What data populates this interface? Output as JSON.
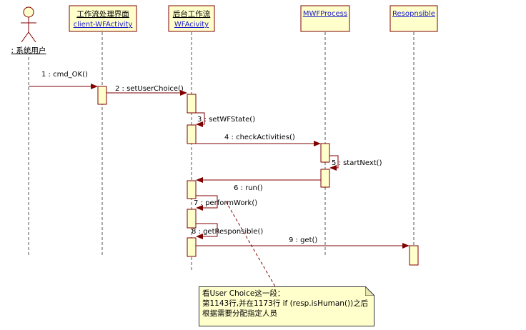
{
  "actors": [
    {
      "title": ": 系统用户",
      "subtitle": "",
      "kind": "actor"
    },
    {
      "title": "工作流处理界面",
      "subtitle": "client-WFActivity",
      "kind": "object"
    },
    {
      "title": "后台工作流",
      "subtitle": "WFAcivity",
      "kind": "object"
    },
    {
      "title": "",
      "subtitle": "MWFProcess",
      "kind": "object"
    },
    {
      "title": "",
      "subtitle": "Resopnsible",
      "kind": "object"
    }
  ],
  "messages": [
    {
      "label": "1 : cmd_OK()"
    },
    {
      "label": "2 : setUserChoice()"
    },
    {
      "label": "3 : setWFState()"
    },
    {
      "label": "4 : checkActivities()"
    },
    {
      "label": "5 : startNext()"
    },
    {
      "label": "6 : run()"
    },
    {
      "label": "7 : performWork()"
    },
    {
      "label": "8 : getResponsible()"
    },
    {
      "label": "9 : get()"
    }
  ],
  "note": {
    "lines": [
      "看User Choice这一段：",
      "第1143行,并在1173行 if (resp.isHuman())之后",
      "根据需要分配指定人员"
    ]
  },
  "colors": {
    "message_line": "#800000",
    "activation_fill": "#ffffcc",
    "header_fill": "#ffffcc",
    "subtitle": "#1a1acc"
  }
}
